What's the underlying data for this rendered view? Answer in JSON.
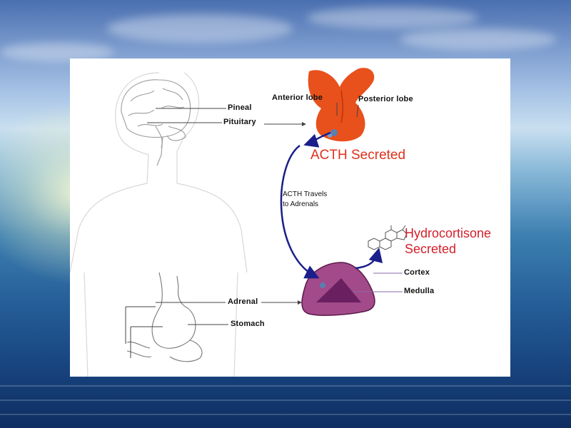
{
  "diagram": {
    "labels": {
      "pineal": "Pineal",
      "pituitary": "Pituitary",
      "anterior_lobe": "Anterior lobe",
      "posterior_lobe": "Posterior lobe",
      "acth_secreted": "ACTH Secreted",
      "acth_travels_line1": "ACTH Travels",
      "acth_travels_line2": "to Adrenals",
      "hydrocortisone_line1": "Hydrocortisone",
      "hydrocortisone_line2": "Secreted",
      "cortex": "Cortex",
      "medulla": "Medulla",
      "adrenal": "Adrenal",
      "stomach": "Stomach"
    },
    "colors": {
      "pituitary_gland": "#e8501c",
      "acth_text": "#e0301c",
      "hydrocortisone_text": "#d3202c",
      "arrow": "#1a1f8a",
      "adrenal_cortex": "#a24a8a",
      "adrenal_medulla": "#6a1f60",
      "pointer_lines": "#444444"
    }
  }
}
